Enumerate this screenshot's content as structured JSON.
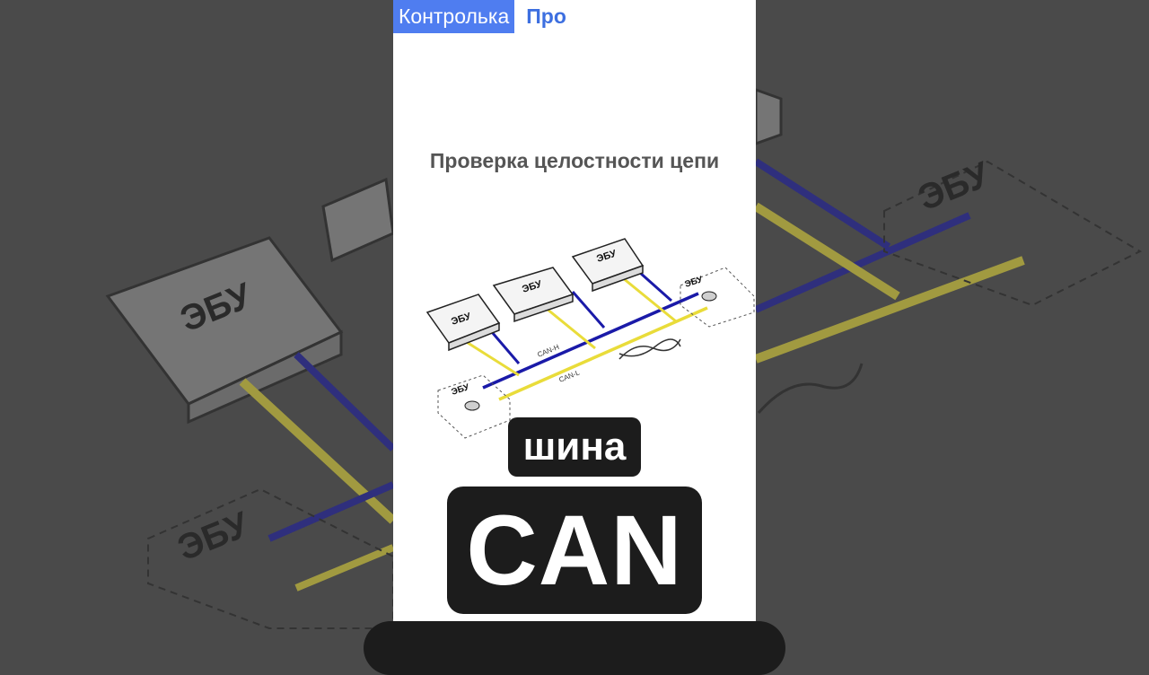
{
  "brand": {
    "left": "Контролька",
    "right": "Про"
  },
  "heading": "Проверка целостности цепи",
  "diagram": {
    "ecu_label": "ЭБУ",
    "can_h_label": "CAN-H",
    "can_l_label": "CAN-L",
    "colors": {
      "can_h": "#1a1aa8",
      "can_l": "#e9dc3a"
    }
  },
  "captions": {
    "small": "шина",
    "large": "CAN"
  }
}
